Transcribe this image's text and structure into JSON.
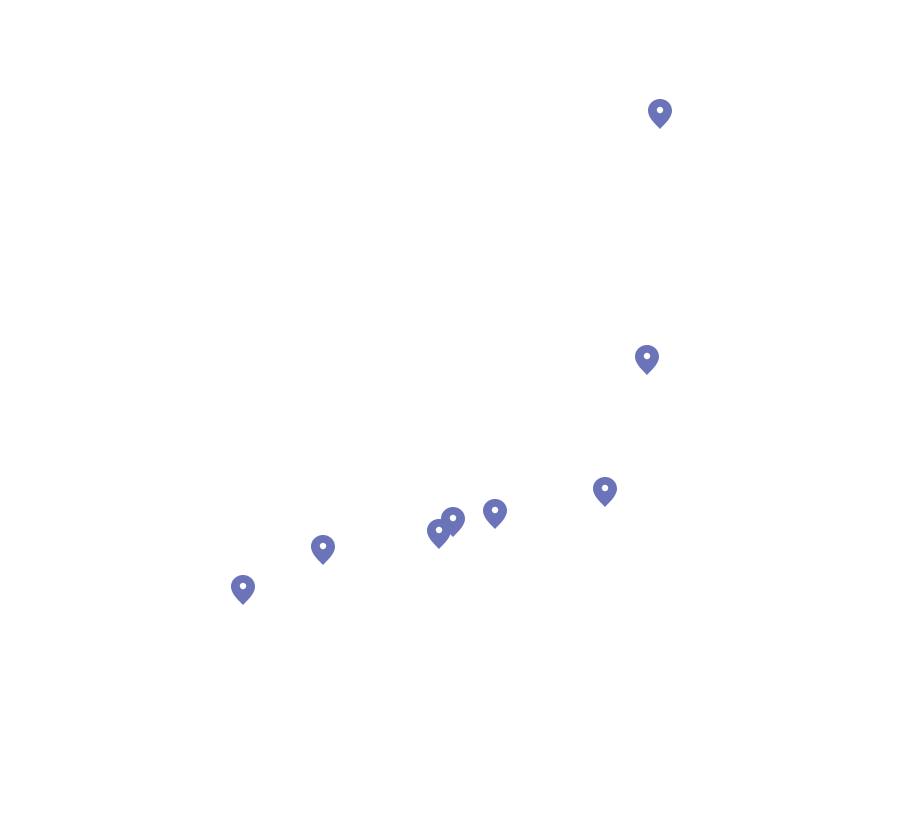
{
  "map": {
    "marker_color": "#6b74b8",
    "marker_dot_color": "#ffffff",
    "marker_icon": "map-pin-icon",
    "markers": [
      {
        "id": "marker-1"
      },
      {
        "id": "marker-2"
      },
      {
        "id": "marker-3"
      },
      {
        "id": "marker-4"
      },
      {
        "id": "marker-5"
      },
      {
        "id": "marker-6"
      },
      {
        "id": "marker-7"
      },
      {
        "id": "marker-8"
      }
    ]
  }
}
